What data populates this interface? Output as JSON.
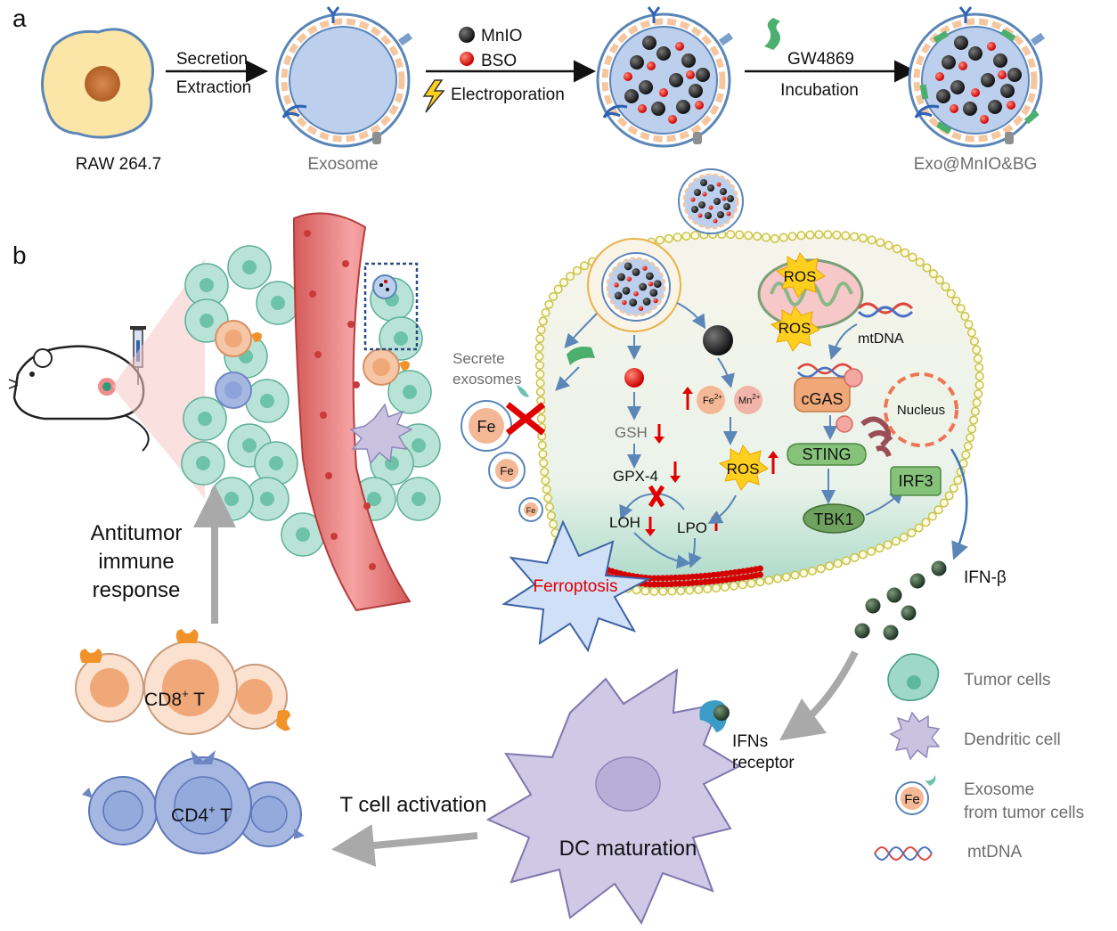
{
  "panel_a": {
    "label": "a",
    "cell_label": "RAW 264.7",
    "step1_line1": "Secretion",
    "step1_line2": "Extraction",
    "exosome_label": "Exosome",
    "reagent1": "MnIO",
    "reagent2": "BSO",
    "step2": "Electroporation",
    "reagent3": "GW4869",
    "step3": "Incubation",
    "product_label": "Exo@MnIO&BG"
  },
  "panel_b": {
    "label": "b",
    "secrete_line1": "Secrete",
    "secrete_line2": "exosomes",
    "fe": "Fe",
    "gsh": "GSH",
    "gpx4": "GPX-4",
    "loh": "LOH",
    "lpo": "LPO",
    "fe2": "Fe",
    "fe2_sup": "2+",
    "mn2": "Mn",
    "mn2_sup": "2+",
    "ros": "ROS",
    "mtdna": "mtDNA",
    "cgas": "cGAS",
    "sting": "STING",
    "tbk1": "TBK1",
    "irf3": "IRF3",
    "nucleus": "Nucleus",
    "ferroptosis": "Ferroptosis",
    "ifn_beta": "IFN-β",
    "ifn_receptor_line1": "IFNs",
    "ifn_receptor_line2": "receptor",
    "dc_maturation": "DC maturation",
    "t_activation": "T cell activation",
    "cd8": "CD8",
    "cd4": "CD4",
    "t_sup": "+",
    "t_suffix": " T",
    "antitumor_line1": "Antitumor",
    "antitumor_line2": "immune",
    "antitumor_line3": "response"
  },
  "legend": {
    "items": [
      {
        "label": "Tumor cells"
      },
      {
        "label": "Dendritic cell"
      },
      {
        "label": "Exosome",
        "label2": "from tumor cells"
      },
      {
        "label": "mtDNA"
      }
    ]
  },
  "colors": {
    "cell_body": "#fbe6a8",
    "exosome_fill": "#bcd0ee",
    "tumor_cyan": "#b9e3d6",
    "vessel_red": "#f07f7f",
    "ros_yellow": "#ffcf1f",
    "arrow_blue": "#5b86b8",
    "arrow_grey": "#a9a9a9",
    "accent_red": "#e00000",
    "dc_purple": "#c9c3e0",
    "cd8_orange": "#f6c7a6",
    "cd4_blue": "#a6b8e2",
    "sting_green": "#86c27a"
  }
}
